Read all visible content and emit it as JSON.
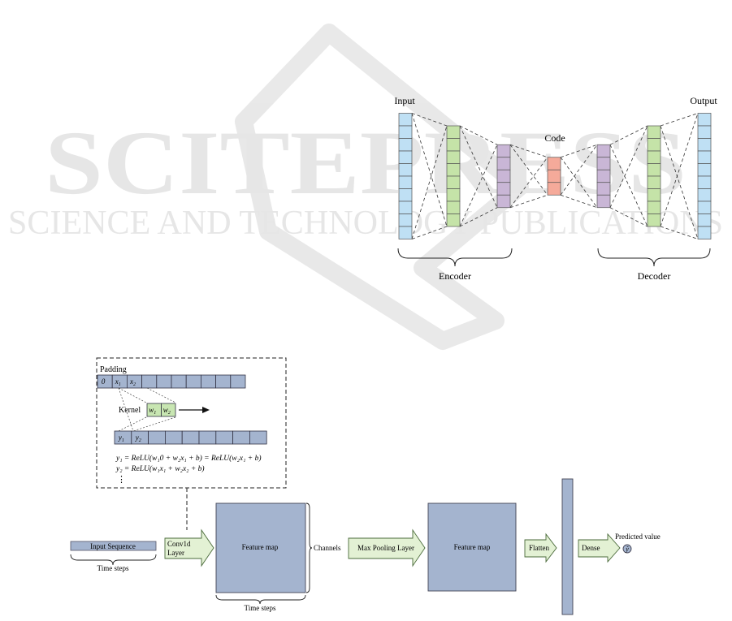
{
  "watermark": {
    "big": "SCITEPRESS",
    "sub": "SCIENCE AND TECHNOLOGY PUBLICATIONS"
  },
  "autoencoder": {
    "input_label": "Input",
    "output_label": "Output",
    "code_label": "Code",
    "encoder_label": "Encoder",
    "decoder_label": "Decoder",
    "layer_cells": [
      10,
      8,
      5,
      3,
      5,
      8,
      10
    ],
    "colors": {
      "blue": "#bfe0f4",
      "green": "#c5e3a8",
      "purple": "#c9b6d6",
      "red": "#f5aa9a"
    }
  },
  "cnn": {
    "padding_label": "Padding",
    "top_row_cells": [
      "0",
      "x",
      "x",
      "",
      "",
      "",
      "",
      "",
      "",
      ""
    ],
    "top_row_subs": [
      "",
      "1",
      "2",
      "",
      "",
      "",
      "",
      "",
      "",
      ""
    ],
    "kernel_label": "Kernel",
    "kernel_cells": [
      "w",
      "w"
    ],
    "kernel_subs": [
      "1",
      "2"
    ],
    "out_row_cells": [
      "y",
      "y",
      "",
      "",
      "",
      "",
      "",
      "",
      ""
    ],
    "out_row_subs": [
      "1",
      "2",
      "",
      "",
      "",
      "",
      "",
      "",
      ""
    ],
    "eq1": "y₁ = ReLU(w₁0 + w₂x₁ + b) = ReLU(w₂x₁ + b)",
    "eq2": "y₂ = ReLU(w₁x₁ + w₂x₂ + b)",
    "ellipsis": "⋮",
    "input_sequence_label": "Input Sequence",
    "time_steps_label": "Time steps",
    "conv1d_label_line1": "Conv1d",
    "conv1d_label_line2": "Layer",
    "feature_map_label": "Feature map",
    "channels_label": "Channels",
    "time_steps_label_2": "Time steps",
    "max_pooling_label": "Max Pooling Layer",
    "feature_map_label_2": "Feature map",
    "flatten_label": "Flatten",
    "dense_label": "Dense",
    "predicted_label": "Predicted value",
    "predicted_symbol": "ŷ",
    "colors": {
      "slate": "#a4b4cf",
      "arrow_green": "#e3f1d4",
      "kernel_green": "#c8e6b2"
    }
  }
}
